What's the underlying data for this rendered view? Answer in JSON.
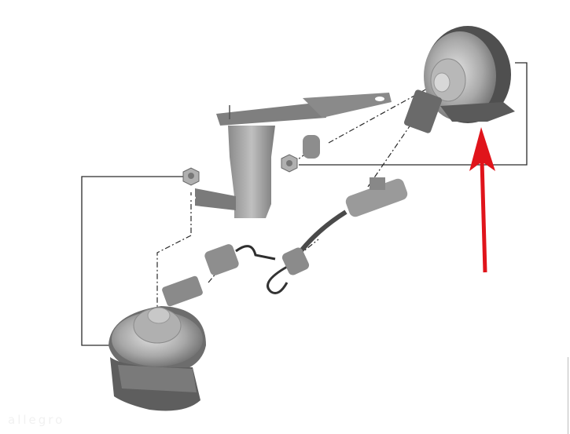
{
  "diagram": {
    "type": "exploded-parts-diagram",
    "subject": "Dual horn assembly with mounting bracket, nuts and wiring harness",
    "parts": [
      {
        "id": "horn-high",
        "label": "Horn (high tone)",
        "position": "top-right"
      },
      {
        "id": "horn-low",
        "label": "Horn (low tone)",
        "position": "bottom-left"
      },
      {
        "id": "bracket",
        "label": "Mounting bracket",
        "position": "center"
      },
      {
        "id": "nut-upper",
        "label": "Hex nut",
        "position": "center"
      },
      {
        "id": "nut-lower",
        "label": "Hex nut",
        "position": "left"
      },
      {
        "id": "wiring-harness",
        "label": "Wiring harness with connectors",
        "position": "center"
      }
    ],
    "highlight": {
      "type": "arrow",
      "color": "#e0141b",
      "target": "horn-high"
    }
  },
  "colors": {
    "part_body": "#8d8d8d",
    "part_dark": "#555555",
    "part_light": "#c9c9c9",
    "leader_line": "#222222",
    "arrow": "#e0141b"
  },
  "watermark": {
    "text": "allegro"
  }
}
